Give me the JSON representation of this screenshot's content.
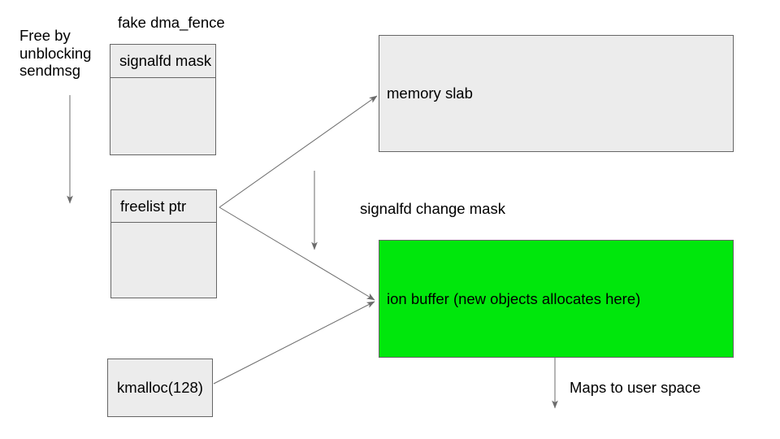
{
  "colors": {
    "background": "#ffffff",
    "box_fill": "#ececec",
    "box_border": "#666666",
    "highlight_fill": "#00e70c",
    "arrow": "#6b6b6b",
    "text": "#000000"
  },
  "notes": {
    "free_by": "Free by unblocking sendmsg",
    "fake_dma_fence": "fake dma_fence",
    "signalfd_change_mask": "signalfd change mask",
    "maps_to_user_space": "Maps to user space"
  },
  "boxes": {
    "signalfd_mask": {
      "label": "signalfd mask"
    },
    "freelist_ptr": {
      "label": "freelist ptr"
    },
    "kmalloc": {
      "label": "kmalloc(128)"
    },
    "memory_slab": {
      "label": "memory slab"
    },
    "ion_buffer": {
      "label": "ion buffer (new objects allocates here)"
    }
  }
}
